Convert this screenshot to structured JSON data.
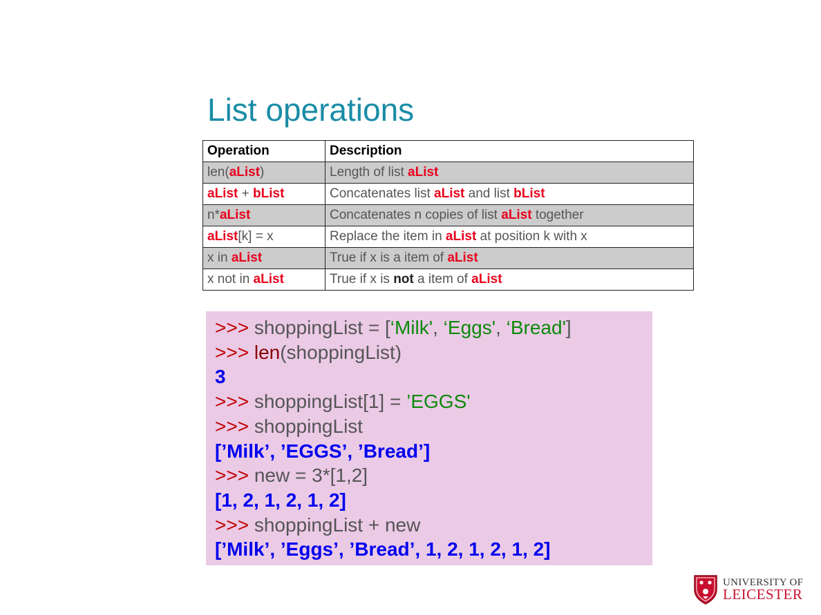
{
  "title": "List operations",
  "table": {
    "headers": [
      "Operation",
      "Description"
    ],
    "rows": [
      {
        "op": [
          {
            "t": "len("
          },
          {
            "t": "aList",
            "r": true
          },
          {
            "t": ")"
          }
        ],
        "desc": [
          {
            "t": "Length of list "
          },
          {
            "t": "aList",
            "r": true
          }
        ]
      },
      {
        "op": [
          {
            "t": "aList",
            "r": true
          },
          {
            "t": " + "
          },
          {
            "t": "bList",
            "r": true
          }
        ],
        "desc": [
          {
            "t": "Concatenates list "
          },
          {
            "t": "aList",
            "r": true
          },
          {
            "t": " and list "
          },
          {
            "t": "bList",
            "r": true
          }
        ]
      },
      {
        "op": [
          {
            "t": "n*"
          },
          {
            "t": "aList",
            "r": true
          }
        ],
        "desc": [
          {
            "t": "Concatenates n copies of list "
          },
          {
            "t": "aList",
            "r": true
          },
          {
            "t": " together"
          }
        ]
      },
      {
        "op": [
          {
            "t": "aList",
            "r": true
          },
          {
            "t": "[k] = x"
          }
        ],
        "desc": [
          {
            "t": "Replace the item in "
          },
          {
            "t": "aList",
            "r": true
          },
          {
            "t": " at position k with x"
          }
        ]
      },
      {
        "op": [
          {
            "t": "x in "
          },
          {
            "t": "aList",
            "r": true
          }
        ],
        "desc": [
          {
            "t": "True if x is a item of "
          },
          {
            "t": "aList",
            "r": true
          }
        ]
      },
      {
        "op": [
          {
            "t": "x not in "
          },
          {
            "t": "aList",
            "r": true
          }
        ],
        "desc": [
          {
            "t": "True if x is "
          },
          {
            "t": "not",
            "b": true
          },
          {
            "t": " a item of "
          },
          {
            "t": "aList",
            "r": true
          }
        ]
      }
    ]
  },
  "code": [
    [
      {
        "t": ">>> ",
        "c": "pr"
      },
      {
        "t": "shoppingList = ["
      },
      {
        "t": "‘Milk'",
        "c": "str"
      },
      {
        "t": ", "
      },
      {
        "t": "‘Eggs'",
        "c": "str"
      },
      {
        "t": ", "
      },
      {
        "t": "‘Bread'",
        "c": "str"
      },
      {
        "t": "]"
      }
    ],
    [
      {
        "t": ">>> ",
        "c": "pr"
      },
      {
        "t": "len",
        "c": "kw"
      },
      {
        "t": "(shoppingList)"
      }
    ],
    [
      {
        "t": "3",
        "c": "out"
      }
    ],
    [
      {
        "t": ">>> ",
        "c": "pr"
      },
      {
        "t": "shoppingList[1] = "
      },
      {
        "t": "’EGGS'",
        "c": "str"
      }
    ],
    [
      {
        "t": ">>> ",
        "c": "pr"
      },
      {
        "t": "shoppingList"
      }
    ],
    [
      {
        "t": "[’Milk’, ’EGGS’, ’Bread’]",
        "c": "out"
      }
    ],
    [
      {
        "t": ">>> ",
        "c": "pr"
      },
      {
        "t": "new = 3*[1,2]"
      }
    ],
    [
      {
        "t": "[1, 2, 1, 2, 1, 2]",
        "c": "out"
      }
    ],
    [
      {
        "t": ">>> ",
        "c": "pr"
      },
      {
        "t": "shoppingList + new"
      }
    ],
    [
      {
        "t": "[’Milk’, ’Eggs’, ’Bread’, 1, 2, 1, 2, 1, 2]",
        "c": "out"
      }
    ]
  ],
  "logo": {
    "line1": "UNIVERSITY OF",
    "line2": "LEICESTER"
  },
  "colors": {
    "title": "#1a8ca6",
    "highlight": "#e8001c",
    "code_bg": "#ebcae6",
    "prompt": "#c00000",
    "string": "#0b8a0b",
    "output": "#0000ee"
  }
}
